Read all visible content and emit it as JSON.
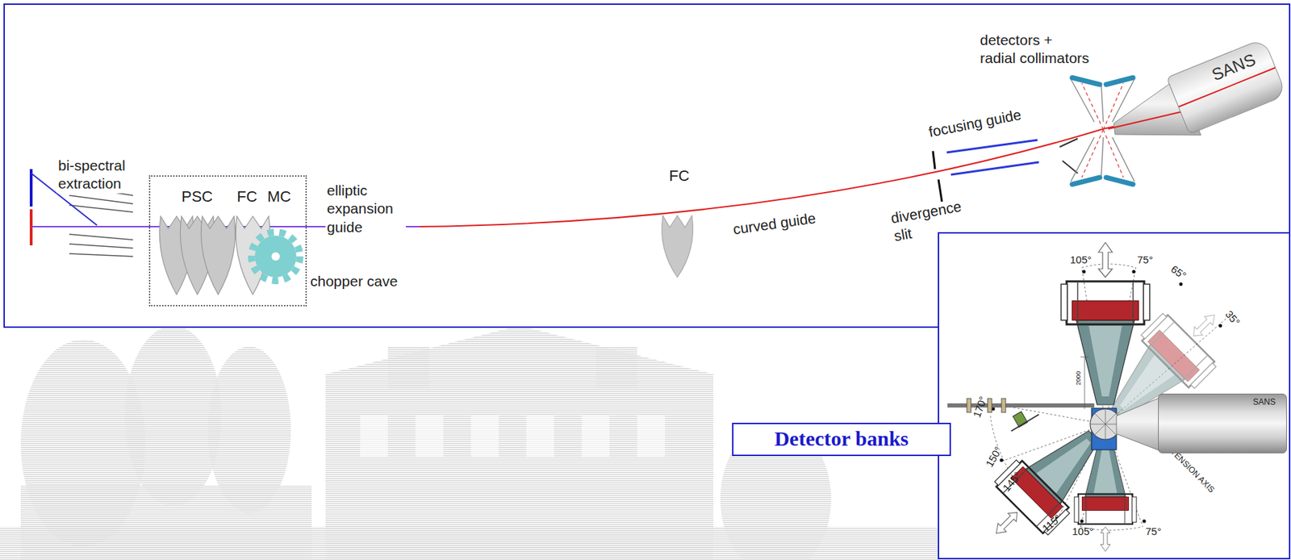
{
  "diagram": {
    "nodes": [
      {
        "text": [
          "chopper cave"
        ]
      },
      {
        "text": [
          "SANS"
        ]
      },
      {
        "text": [
          "Detector banks"
        ]
      },
      {
        "text": [
          "SANS"
        ]
      }
    ],
    "labels": [
      "bi-spectral extraction",
      "PSC",
      "FC",
      "MC",
      "elliptic expansion guide",
      "FC",
      "curved guide",
      "focusing guide",
      "divergence slit",
      "detectors + radial collimators",
      "105°",
      "75°",
      "65°",
      "35°",
      "170°",
      "150°",
      "145°",
      "115°",
      "105°",
      "75°",
      "TENSION AXIS",
      "2000"
    ]
  }
}
